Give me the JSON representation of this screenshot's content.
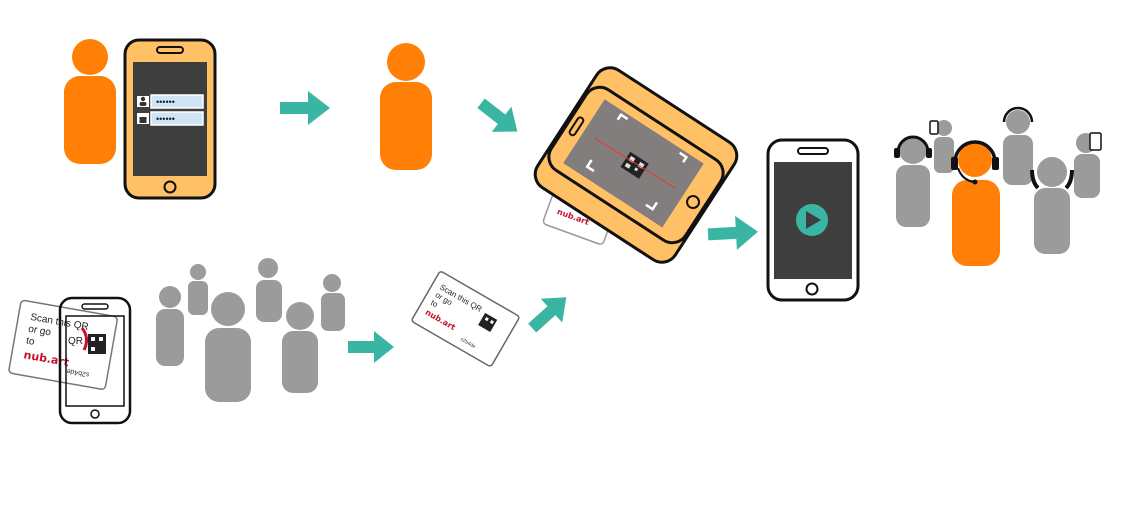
{
  "colors": {
    "orange": "#FF7F07",
    "gray": "#9B9B9B",
    "teal": "#3BB5A3",
    "screen": "#3E3E3E",
    "phone_frame": "#FFC066",
    "field": "#CFE4F5",
    "brand_red": "#C8102E"
  },
  "login": {
    "username_mask": "••••••",
    "password_mask": "••••••"
  },
  "card": {
    "line1": "Scan this QR",
    "line2": "or go",
    "line3": "to",
    "brand": "nub.art",
    "code": "s2b4de"
  },
  "icons": [
    "person-icon",
    "phone-icon",
    "arrow-icon",
    "qr-code-icon",
    "play-icon",
    "headphones-icon",
    "crowd-icon"
  ]
}
